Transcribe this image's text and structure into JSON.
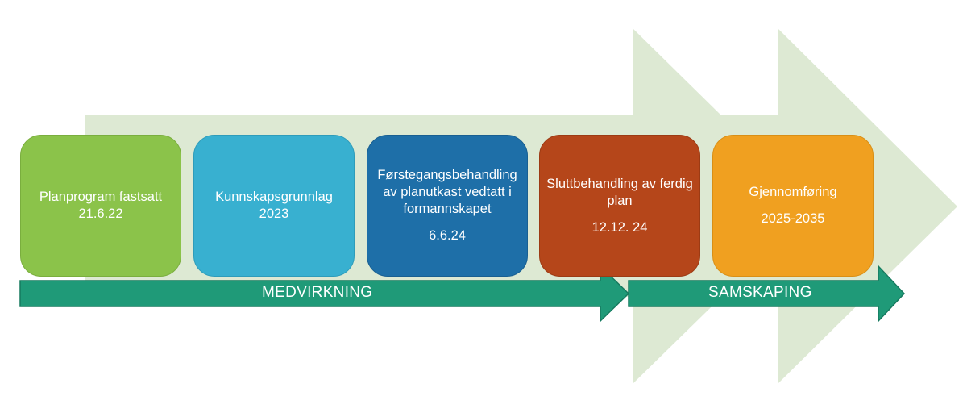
{
  "colors": {
    "background_arrow": "#dde9d3",
    "phase_arrow": "#1f9a78",
    "phase_arrow_border": "#167a5f",
    "box_1": "#8bc34a",
    "box_2": "#38b0d0",
    "box_3": "#1e6fa8",
    "box_4": "#b5461a",
    "box_5": "#f0a020"
  },
  "steps": [
    {
      "title": "Planprogram fastsatt",
      "date": "21.6.22"
    },
    {
      "title": "Kunnskapsgrunnlag",
      "date": "2023"
    },
    {
      "title": "Førstegangsbehandling av planutkast vedtatt i formannskapet",
      "date": "6.6.24"
    },
    {
      "title": "Sluttbehandling av ferdig plan",
      "date": "12.12. 24"
    },
    {
      "title": "Gjennomføring",
      "date": "2025-2035"
    }
  ],
  "phases": [
    {
      "label": "MEDVIRKNING"
    },
    {
      "label": "SAMSKAPING"
    }
  ]
}
